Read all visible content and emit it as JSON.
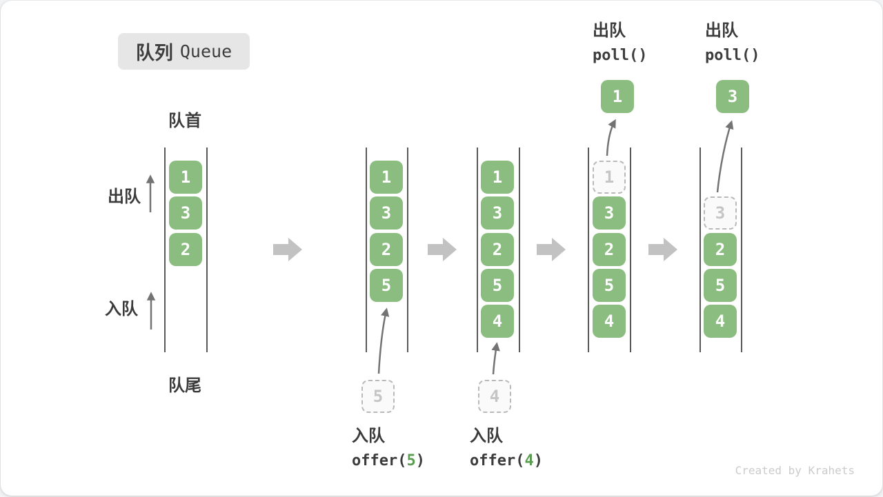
{
  "title": {
    "zh": "队列",
    "en": "Queue"
  },
  "side_labels": {
    "front": "队首",
    "rear": "队尾",
    "dequeue": "出队",
    "enqueue": "入队"
  },
  "states": [
    {
      "cells": [
        "1",
        "3",
        "2"
      ]
    },
    {
      "cells": [
        "1",
        "3",
        "2",
        "5"
      ],
      "incoming": "5"
    },
    {
      "cells": [
        "1",
        "3",
        "2",
        "5",
        "4"
      ],
      "incoming": "4"
    },
    {
      "cells": [
        "3",
        "2",
        "5",
        "4"
      ],
      "removed": "1",
      "polled": "1"
    },
    {
      "cells": [
        "2",
        "5",
        "4"
      ],
      "removed": "3",
      "polled": "3"
    }
  ],
  "operations": {
    "enqueue_5": {
      "label": "入队",
      "code_before": "offer(",
      "arg": "5",
      "code_after": ")"
    },
    "enqueue_4": {
      "label": "入队",
      "code_before": "offer(",
      "arg": "4",
      "code_after": ")"
    },
    "poll_1": {
      "label": "出队",
      "code": "poll()"
    },
    "poll_2": {
      "label": "出队",
      "code": "poll()"
    }
  },
  "watermark": "Created by Krahets",
  "colors": {
    "cell_green": "#8BBD80",
    "cell_text": "#FFFFFF",
    "code_arg_green": "#5A9C50",
    "dashed_border": "#B9B9B9",
    "dashed_text": "#C5C5C5",
    "block_arrow_gray": "#C2C2C2",
    "thin_arrow_gray": "#737373",
    "wall_line": "#585858",
    "label_text": "#3B3B3B",
    "title_bg": "#E6E6E6",
    "watermark_text": "#CBCBCB"
  }
}
